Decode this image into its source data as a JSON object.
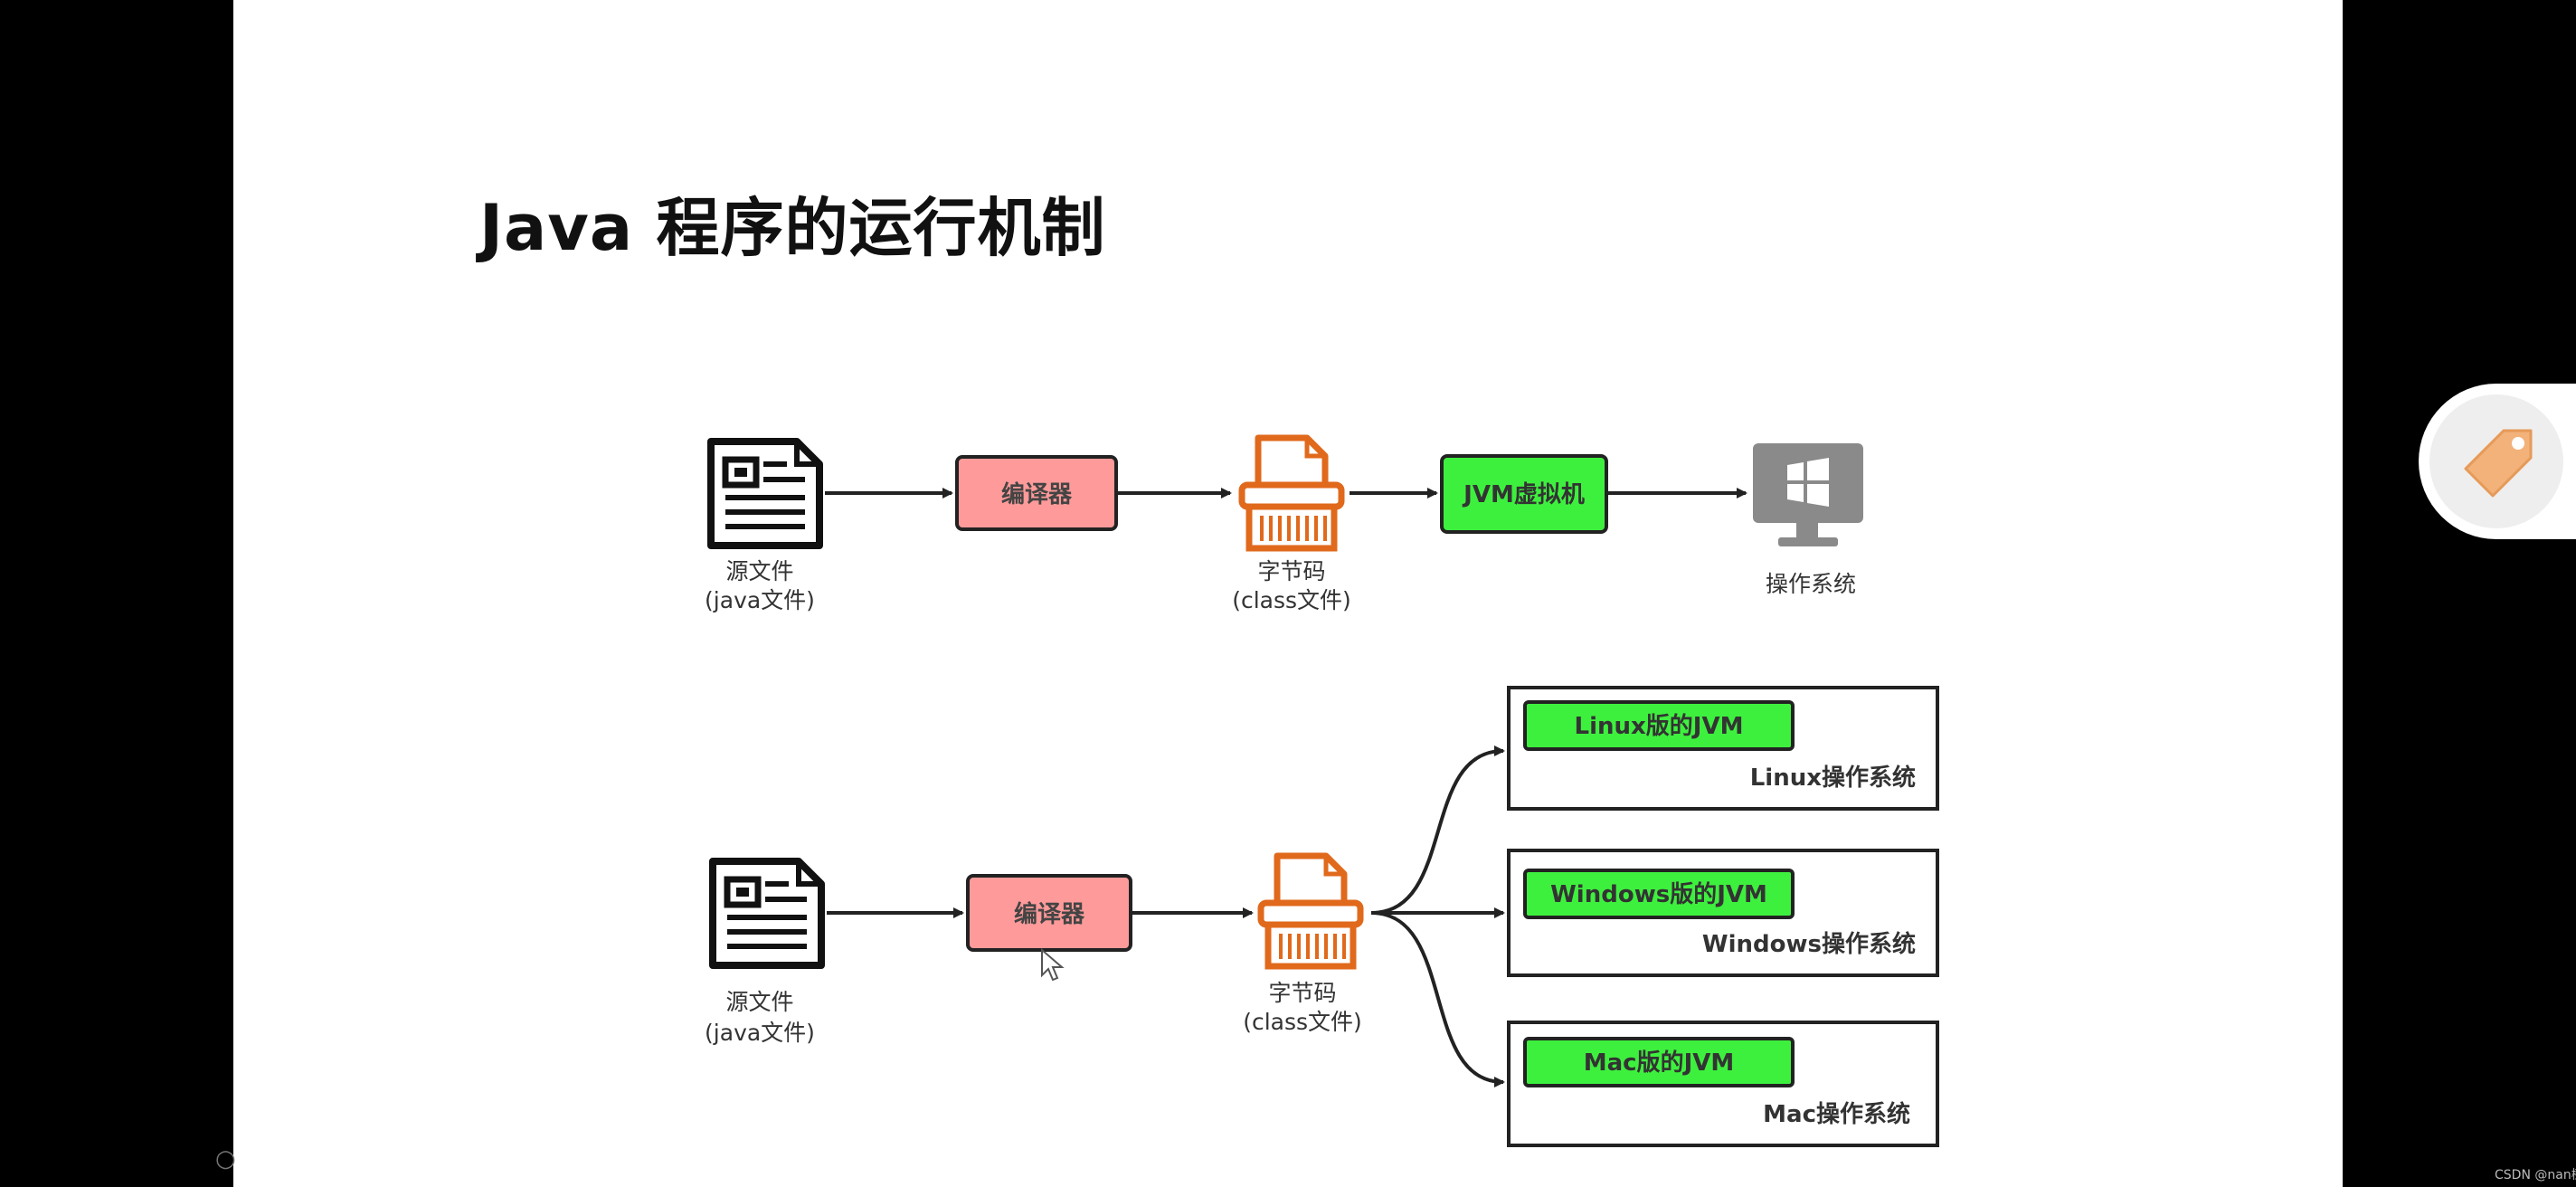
{
  "title": "Java 程序的运行机制",
  "top_row": {
    "source_label": "源文件",
    "source_sublabel": "(java文件)",
    "compiler": "编译器",
    "bytecode_label": "字节码",
    "bytecode_sublabel": "(class文件)",
    "jvm": "JVM虚拟机",
    "os_label": "操作系统"
  },
  "bottom_row": {
    "source_label": "源文件",
    "source_sublabel": "(java文件)",
    "compiler": "编译器",
    "bytecode_label": "字节码",
    "bytecode_sublabel": "(class文件)",
    "platforms": [
      {
        "jvm": "Linux版的JVM",
        "os": "Linux操作系统"
      },
      {
        "jvm": "Windows版的JVM",
        "os": "Windows操作系统"
      },
      {
        "jvm": "Mac版的JVM",
        "os": "Mac操作系统"
      }
    ]
  },
  "watermark": "CSDN @nan樹",
  "colors": {
    "compiler_fill": "#ff9a9a",
    "jvm_fill": "#3ef03e",
    "printer": "#e0691c",
    "monitor": "#8a8a8a",
    "line": "#222222"
  },
  "icons": [
    "document-icon",
    "printer-icon",
    "windows-monitor-icon",
    "tag-icon",
    "cursor-icon"
  ]
}
